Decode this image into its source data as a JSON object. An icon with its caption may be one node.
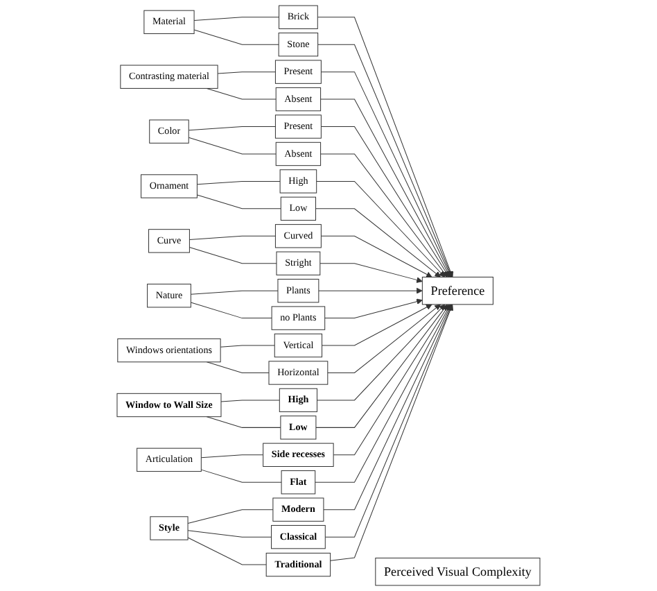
{
  "diagram": {
    "nodes": [
      {
        "text": [
          "Material"
        ]
      },
      {
        "text": [
          "Brick"
        ]
      },
      {
        "text": [
          "Stone"
        ]
      },
      {
        "text": [
          "Contrasting material"
        ]
      },
      {
        "text": [
          "Present"
        ]
      },
      {
        "text": [
          "Absent"
        ]
      },
      {
        "text": [
          "Color"
        ]
      },
      {
        "text": [
          "Present"
        ]
      },
      {
        "text": [
          "Absent"
        ]
      },
      {
        "text": [
          "Ornament"
        ]
      },
      {
        "text": [
          "High"
        ]
      },
      {
        "text": [
          "Low"
        ]
      },
      {
        "text": [
          "Curve"
        ]
      },
      {
        "text": [
          "Curved"
        ]
      },
      {
        "text": [
          "Stright"
        ]
      },
      {
        "text": [
          "Nature"
        ]
      },
      {
        "text": [
          "Plants"
        ]
      },
      {
        "text": [
          "no Plants"
        ]
      },
      {
        "text": [
          "Windows orientations"
        ]
      },
      {
        "text": [
          "Vertical"
        ]
      },
      {
        "text": [
          "Horizontal"
        ]
      },
      {
        "text": [
          "Window to Wall Size"
        ]
      },
      {
        "text": [
          "High"
        ]
      },
      {
        "text": [
          "Low"
        ]
      },
      {
        "text": [
          "Articulation"
        ]
      },
      {
        "text": [
          "Side recesses"
        ]
      },
      {
        "text": [
          "Flat"
        ]
      },
      {
        "text": [
          "Style"
        ]
      },
      {
        "text": [
          "Modern"
        ]
      },
      {
        "text": [
          "Classical"
        ]
      },
      {
        "text": [
          "Traditional"
        ]
      },
      {
        "text": [
          "Preference"
        ]
      },
      {
        "text": [
          "Perceived Visual Complexity"
        ]
      }
    ],
    "edges": [
      {
        "from": 0,
        "to": 1,
        "arrow": "none"
      },
      {
        "from": 0,
        "to": 2,
        "arrow": "none"
      },
      {
        "from": 3,
        "to": 4,
        "arrow": "none"
      },
      {
        "from": 3,
        "to": 5,
        "arrow": "none"
      },
      {
        "from": 6,
        "to": 7,
        "arrow": "none"
      },
      {
        "from": 6,
        "to": 8,
        "arrow": "none"
      },
      {
        "from": 9,
        "to": 10,
        "arrow": "none"
      },
      {
        "from": 9,
        "to": 11,
        "arrow": "none"
      },
      {
        "from": 12,
        "to": 13,
        "arrow": "none"
      },
      {
        "from": 12,
        "to": 14,
        "arrow": "none"
      },
      {
        "from": 15,
        "to": 16,
        "arrow": "none"
      },
      {
        "from": 15,
        "to": 17,
        "arrow": "none"
      },
      {
        "from": 18,
        "to": 19,
        "arrow": "none"
      },
      {
        "from": 18,
        "to": 20,
        "arrow": "none"
      },
      {
        "from": 21,
        "to": 22,
        "arrow": "none"
      },
      {
        "from": 21,
        "to": 23,
        "arrow": "none"
      },
      {
        "from": 24,
        "to": 25,
        "arrow": "none"
      },
      {
        "from": 24,
        "to": 26,
        "arrow": "none"
      },
      {
        "from": 27,
        "to": 28,
        "arrow": "none"
      },
      {
        "from": 27,
        "to": 29,
        "arrow": "none"
      },
      {
        "from": 27,
        "to": 30,
        "arrow": "none"
      },
      {
        "from": 1,
        "to": 31,
        "arrow": "to"
      },
      {
        "from": 2,
        "to": 31,
        "arrow": "to"
      },
      {
        "from": 4,
        "to": 31,
        "arrow": "to"
      },
      {
        "from": 5,
        "to": 31,
        "arrow": "to"
      },
      {
        "from": 7,
        "to": 31,
        "arrow": "to"
      },
      {
        "from": 8,
        "to": 31,
        "arrow": "to"
      },
      {
        "from": 10,
        "to": 31,
        "arrow": "to"
      },
      {
        "from": 11,
        "to": 31,
        "arrow": "to"
      },
      {
        "from": 13,
        "to": 31,
        "arrow": "to"
      },
      {
        "from": 14,
        "to": 31,
        "arrow": "to"
      },
      {
        "from": 16,
        "to": 31,
        "arrow": "to"
      },
      {
        "from": 17,
        "to": 31,
        "arrow": "to"
      },
      {
        "from": 19,
        "to": 31,
        "arrow": "to"
      },
      {
        "from": 20,
        "to": 31,
        "arrow": "to"
      },
      {
        "from": 22,
        "to": 31,
        "arrow": "to"
      },
      {
        "from": 23,
        "to": 31,
        "arrow": "to"
      },
      {
        "from": 25,
        "to": 31,
        "arrow": "to"
      },
      {
        "from": 26,
        "to": 31,
        "arrow": "to"
      },
      {
        "from": 28,
        "to": 31,
        "arrow": "to"
      },
      {
        "from": 29,
        "to": 31,
        "arrow": "to"
      },
      {
        "from": 30,
        "to": 31,
        "arrow": "to"
      }
    ]
  }
}
